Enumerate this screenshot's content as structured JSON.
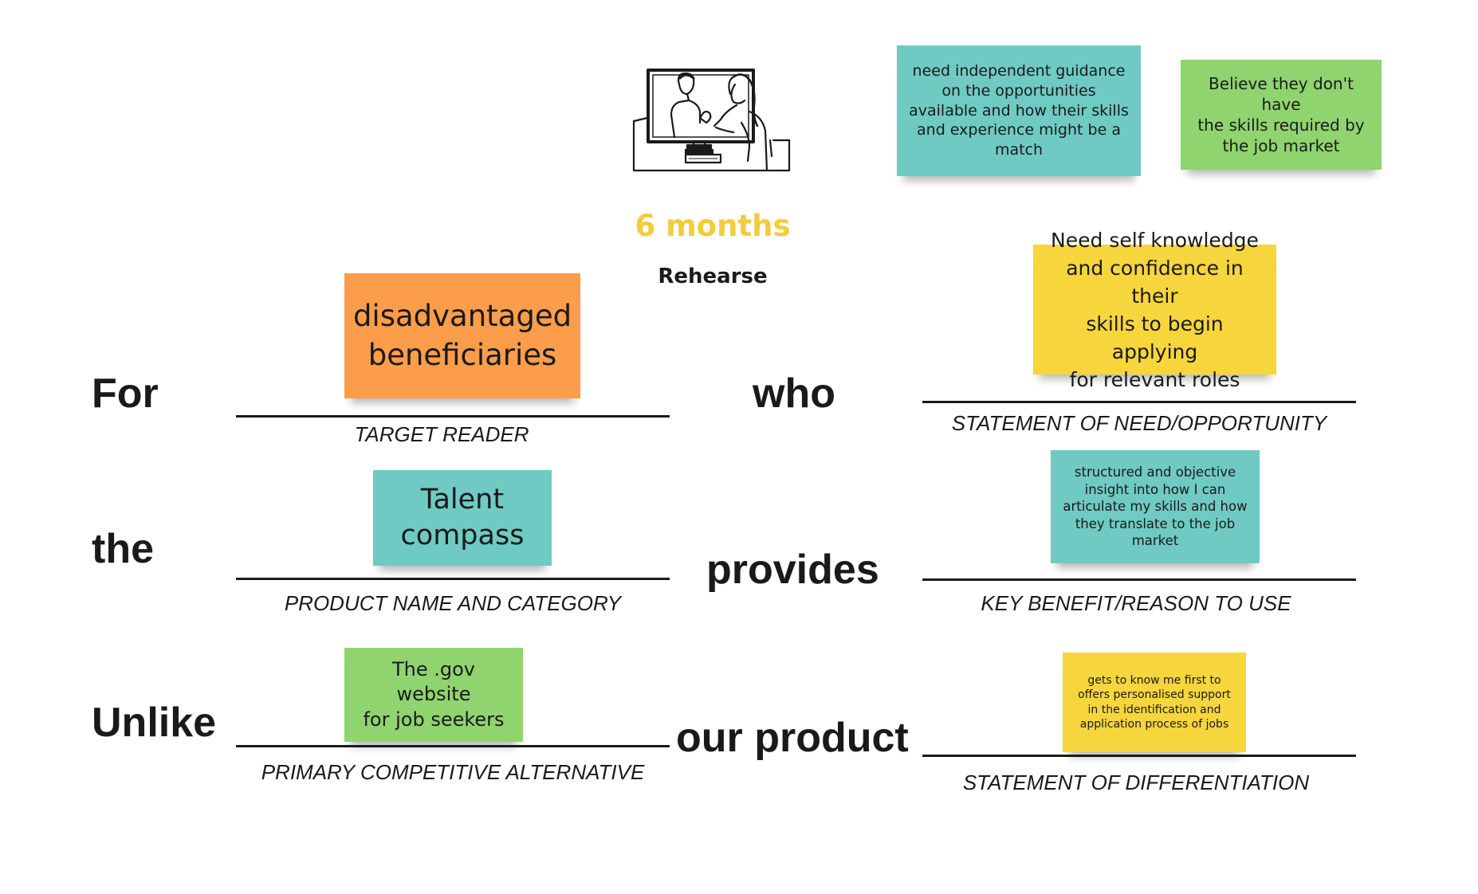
{
  "keywords": {
    "for": "For",
    "the": "the",
    "unlike": "Unlike",
    "who": "who",
    "provides": "provides",
    "our_product": "our product"
  },
  "captions": {
    "target_reader": "TARGET READER",
    "product_name": "PRODUCT NAME AND CATEGORY",
    "competitive_alternative": "PRIMARY COMPETITIVE ALTERNATIVE",
    "need_opportunity": "STATEMENT OF NEED/OPPORTUNITY",
    "key_benefit": "KEY BENEFIT/REASON TO USE",
    "differentiation": "STATEMENT OF DIFFERENTIATION"
  },
  "stickies": {
    "target_reader": "disadvantaged\nbeneficiaries",
    "product_name": "Talent\ncompass",
    "competitive_alternative": "The .gov website\nfor job seekers",
    "need_opportunity": "Need self knowledge\nand confidence in their\nskills to begin applying\nfor relevant roles",
    "key_benefit": "structured and objective\ninsight into how I can\narticulate my skills and how\nthey translate to the job\nmarket",
    "differentiation": "gets to know me first to\noffers personalised support\nin the identification and\napplication process of jobs",
    "guidance": "need independent guidance\non the opportunities\navailable and how their skills\nand experience might be a\nmatch",
    "belief": "Believe they don't have\nthe skills required by\nthe job market"
  },
  "header": {
    "months": "6 months",
    "stage": "Rehearse"
  },
  "colors": {
    "orange": "#fb9d4a",
    "teal": "#6fcac3",
    "green": "#8fd46f",
    "yellow": "#f7d53c",
    "months_text": "#f2cc3a"
  },
  "illustration": {
    "icon": "video-call-illustration-icon"
  }
}
